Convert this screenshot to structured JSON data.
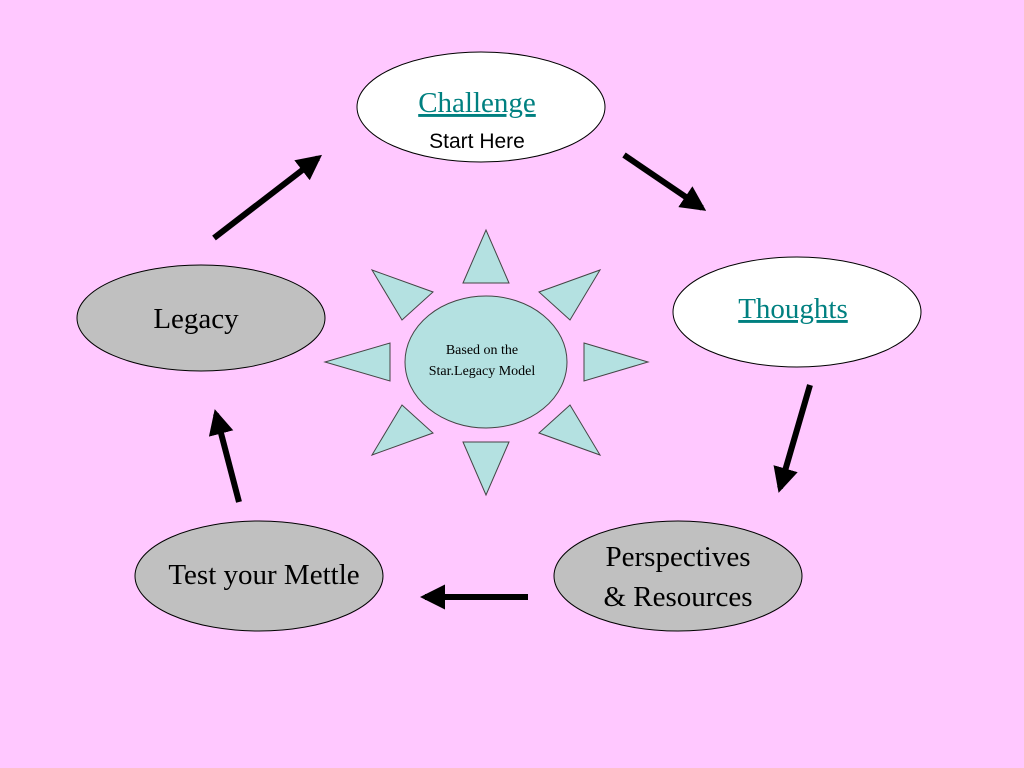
{
  "colors": {
    "background": "#ffc8ff",
    "white_node": "#ffffff",
    "gray_node": "#c0c0c0",
    "sun": "#b4e1e1",
    "link": "#008080",
    "arrow": "#000000"
  },
  "nodes": {
    "challenge": {
      "title": "Challenge",
      "subtitle": "Start Here"
    },
    "thoughts": {
      "title": "Thoughts"
    },
    "perspectives": {
      "line1": "Perspectives",
      "line2": "& Resources"
    },
    "test": {
      "title": "Test your Mettle"
    },
    "legacy": {
      "title": "Legacy"
    }
  },
  "center": {
    "line1": "Based on the",
    "line2": "Star.Legacy Model"
  }
}
